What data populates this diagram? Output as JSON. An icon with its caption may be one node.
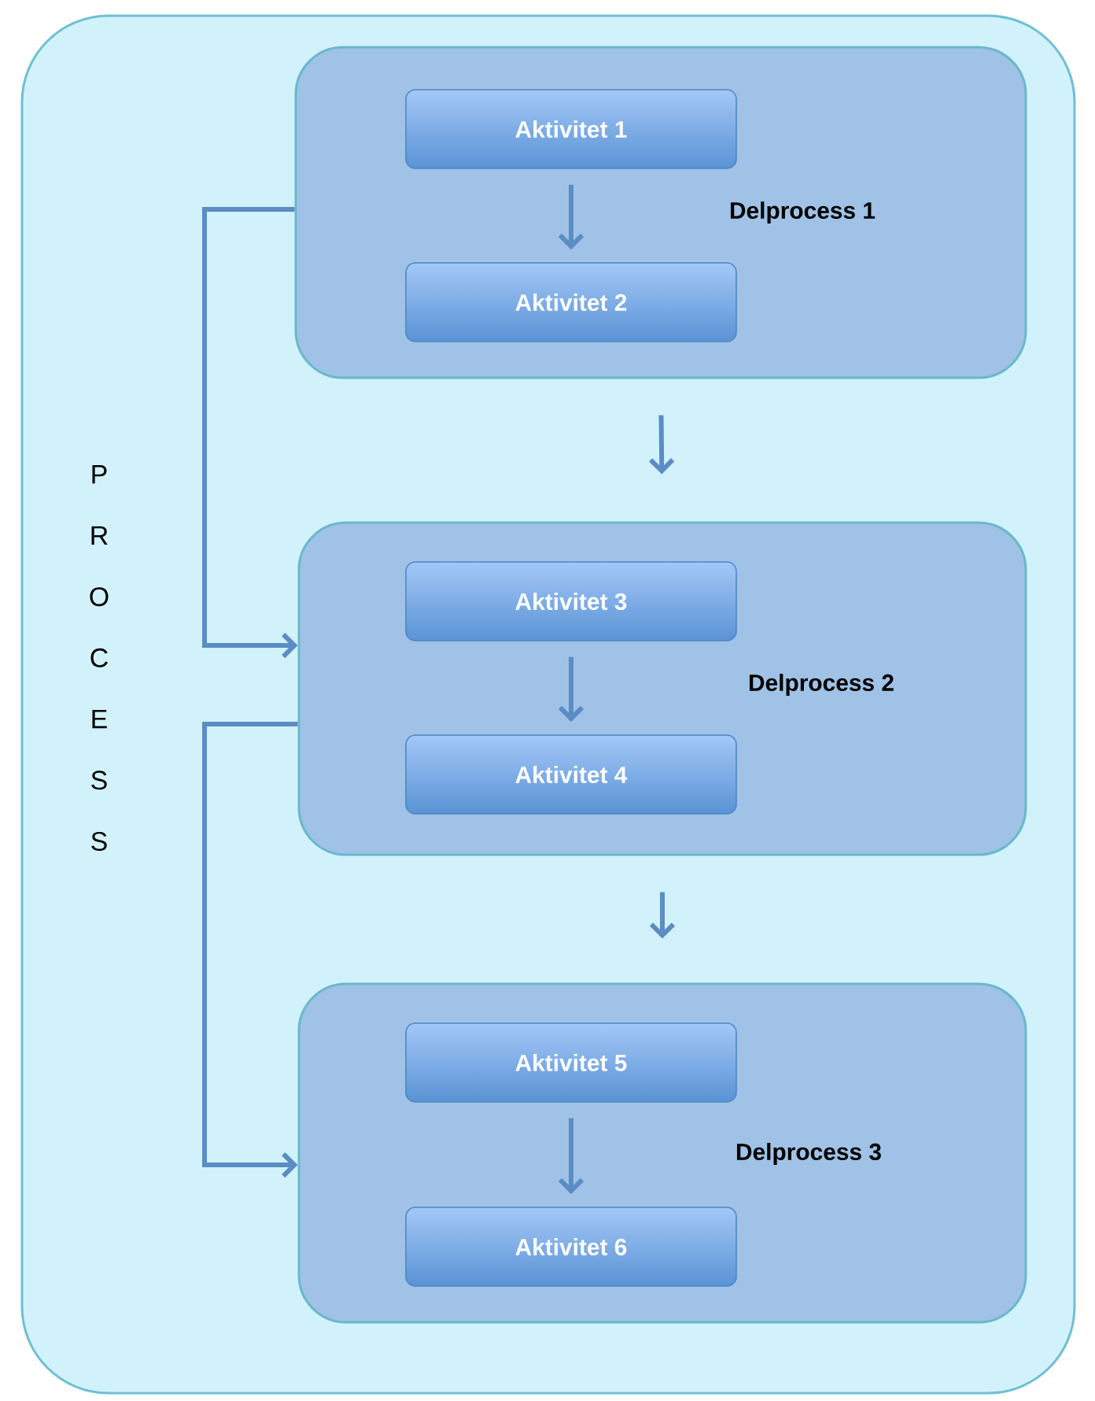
{
  "diagram": {
    "nodes": [
      {
        "text": [
          "P R O C E S S"
        ]
      },
      {
        "text": [
          "Delprocess 1"
        ],
        "in": 0
      },
      {
        "text": [
          "Aktivitet 1"
        ],
        "in": 1
      },
      {
        "text": [
          "Aktivitet 2"
        ],
        "in": 1
      },
      {
        "text": [
          "Delprocess 2"
        ],
        "in": 0
      },
      {
        "text": [
          "Aktivitet 3"
        ],
        "in": 4
      },
      {
        "text": [
          "Aktivitet 4"
        ],
        "in": 4
      },
      {
        "text": [
          "Delprocess 3"
        ],
        "in": 0
      },
      {
        "text": [
          "Aktivitet 5"
        ],
        "in": 7
      },
      {
        "text": [
          "Aktivitet 6"
        ],
        "in": 7
      }
    ],
    "edges": [
      {
        "from": 2,
        "to": 3,
        "arrow": "to"
      },
      {
        "from": 1,
        "to": 4,
        "arrow": "to"
      },
      {
        "from": 5,
        "to": 6,
        "arrow": "to"
      },
      {
        "from": 4,
        "to": 7,
        "arrow": "to"
      },
      {
        "from": 8,
        "to": 9,
        "arrow": "to"
      },
      {
        "from": 1,
        "to": 4,
        "arrow": "to"
      },
      {
        "from": 4,
        "to": 7,
        "arrow": "to"
      }
    ]
  }
}
